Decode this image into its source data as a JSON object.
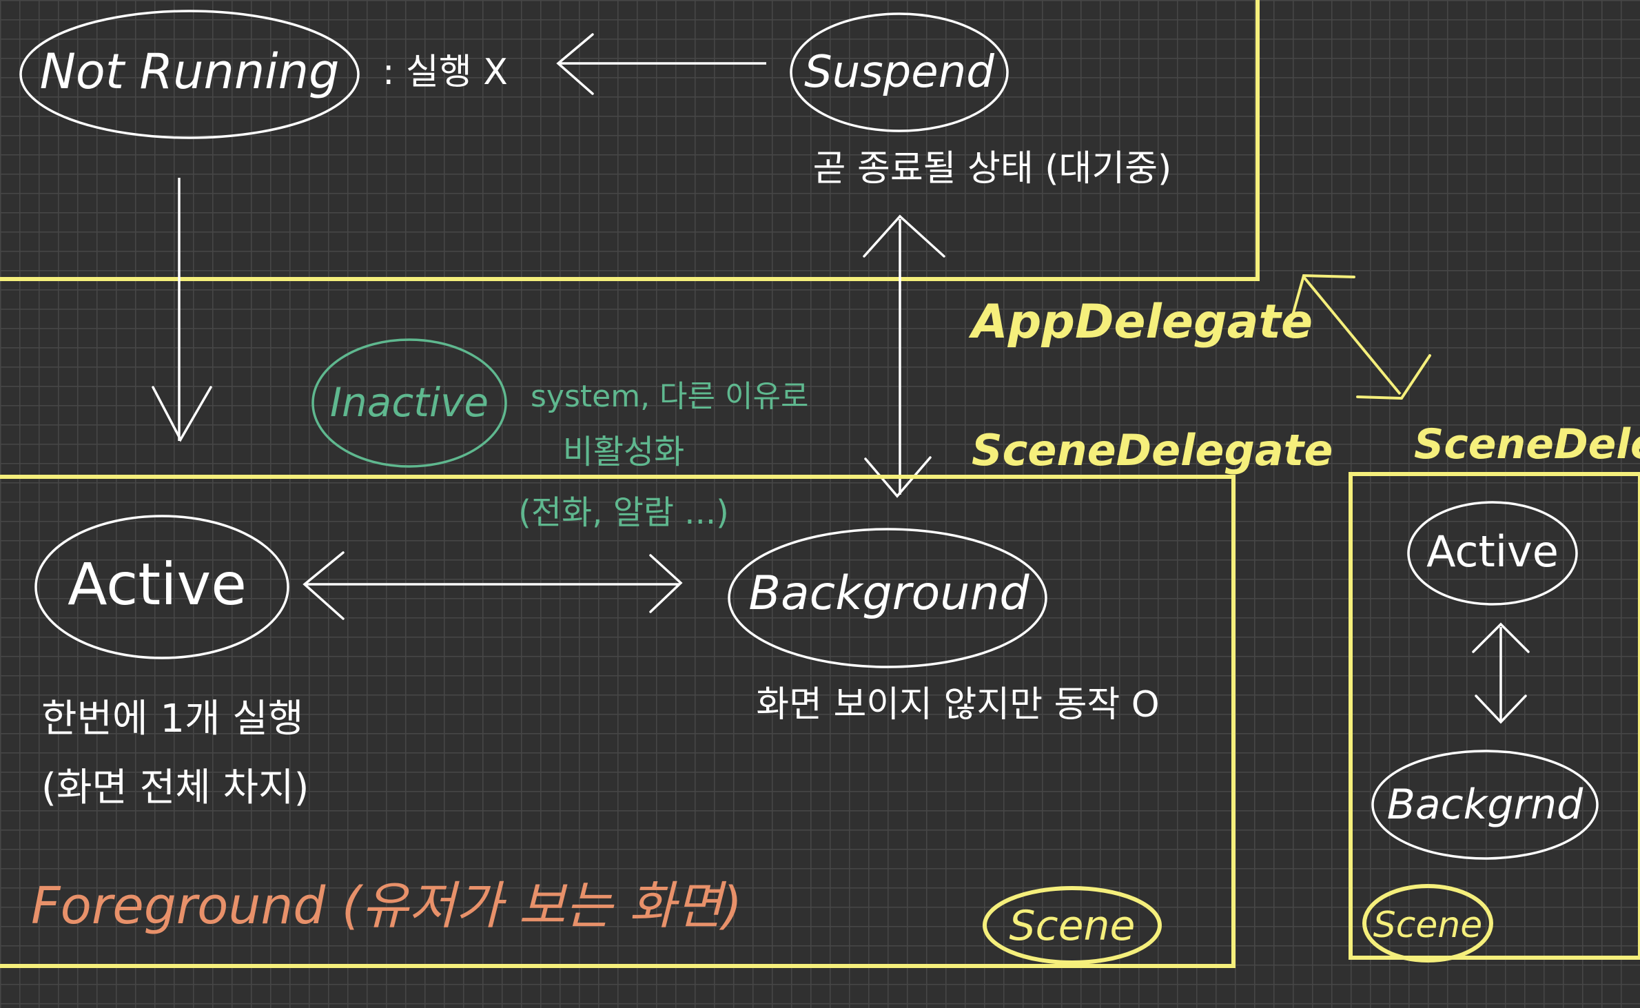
{
  "colors": {
    "background": "#303030",
    "grid": "#474747",
    "white": "#ffffff",
    "yellow": "#f5ef7c",
    "green": "#5fb88f",
    "orange": "#e8916a"
  },
  "top_box": {
    "not_running": "Not Running",
    "not_running_note": ": 실행 X",
    "suspend": "Suspend",
    "suspend_note": "곧 종료될 상태 (대기중)"
  },
  "app_delegate_label": "AppDelegate",
  "scene_delegate_label": "SceneDelegate",
  "inactive": {
    "label": "Inactive",
    "note_line1": "system, 다른 이유로",
    "note_line2": "비활성화",
    "note_line3": "(전화, 알람 ...)"
  },
  "foreground_box": {
    "active": "Active",
    "active_note_line1": "한번에 1개 실행",
    "active_note_line2": "(화면 전체 차지)",
    "background": "Background",
    "background_note": "화면 보이지 않지만 동작 O",
    "foreground_label": "Foreground (유저가 보는 화면)",
    "scene": "Scene"
  },
  "right_box": {
    "scene_delegate_label": "SceneDelegate",
    "active": "Active",
    "background": "Backgrnd",
    "scene": "Scene"
  }
}
